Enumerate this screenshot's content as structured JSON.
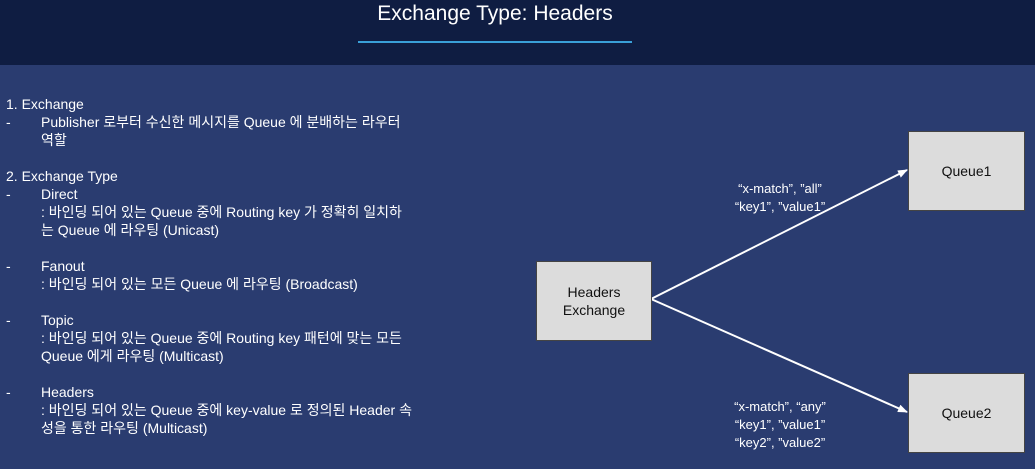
{
  "header": {
    "title": "Exchange Type: Headers"
  },
  "section1": {
    "heading": "1. Exchange",
    "items": [
      {
        "dash": "-",
        "lines": [
          "Publisher 로부터 수신한 메시지를 Queue 에 분배하는 라우터",
          "역할"
        ]
      }
    ]
  },
  "section2": {
    "heading": "2. Exchange Type",
    "items": [
      {
        "dash": "-",
        "name": "Direct",
        "desc": [
          ": 바인딩 되어 있는 Queue 중에 Routing key 가 정확히 일치하",
          "는 Queue 에 라우팅 (Unicast)"
        ]
      },
      {
        "dash": "-",
        "name": "Fanout",
        "desc": [
          ": 바인딩 되어 있는 모든 Queue 에 라우팅 (Broadcast)"
        ]
      },
      {
        "dash": "-",
        "name": "Topic",
        "desc": [
          ": 바인딩 되어 있는 Queue 중에 Routing key 패턴에 맞는 모든",
          "Queue 에게 라우팅 (Multicast)"
        ]
      },
      {
        "dash": "-",
        "name": "Headers",
        "desc": [
          ": 바인딩 되어 있는 Queue 중에 key-value 로 정의된 Header 속",
          "성을 통한 라우팅 (Multicast)"
        ]
      }
    ]
  },
  "diagram": {
    "exchange": [
      "Headers",
      "Exchange"
    ],
    "queue1": "Queue1",
    "queue2": "Queue2",
    "binding1": [
      "“x-match”, ”all”",
      "“key1”, ”value1”"
    ],
    "binding2": [
      "“x-match”, “any”",
      "“key1”, ”value1”",
      "“key2”, ”value2”"
    ],
    "arrow_color": "#ffffff",
    "box_color": "#dcdcdc"
  }
}
